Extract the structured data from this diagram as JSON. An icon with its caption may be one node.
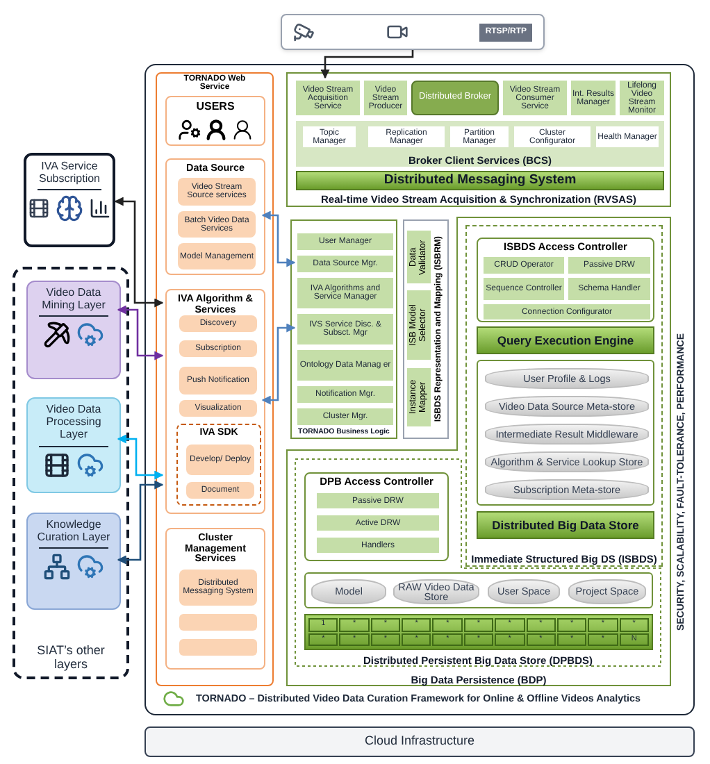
{
  "diagram": {
    "nodes": [
      {
        "text": [
          "RTSP/RTP"
        ]
      },
      {
        "text": [
          "TORNADO – Distributed Video Data Curation Framework for Online & Offline Videos Analytics",
          "SECURITY, SCALABILITY, FAULT-TOLERANCE, PERFORMANCE"
        ]
      },
      {
        "text": [
          "TORNADO Web Service"
        ],
        "in": 1
      },
      {
        "text": [
          "USERS"
        ],
        "in": 2
      },
      {
        "text": [
          "Data Source"
        ],
        "in": 2
      },
      {
        "text": [
          "Video Stream Source services"
        ],
        "in": 4
      },
      {
        "text": [
          "Batch Video Data Services"
        ],
        "in": 4
      },
      {
        "text": [
          "Model Management"
        ],
        "in": 4
      },
      {
        "text": [
          "IVA Algorithm & Services"
        ],
        "in": 2
      },
      {
        "text": [
          "Discovery"
        ],
        "in": 8
      },
      {
        "text": [
          "Subscription"
        ],
        "in": 8
      },
      {
        "text": [
          "Push Notification"
        ],
        "in": 8
      },
      {
        "text": [
          "Visualization"
        ],
        "in": 8
      },
      {
        "text": [
          "IVA SDK"
        ],
        "in": 8
      },
      {
        "text": [
          "Develop/ Deploy"
        ],
        "in": 13
      },
      {
        "text": [
          "Document"
        ],
        "in": 13
      },
      {
        "text": [
          "Cluster Management Services"
        ],
        "in": 2
      },
      {
        "text": [
          "Distributed Messaging System"
        ],
        "in": 16
      },
      {
        "text": [],
        "shape": "box",
        "in": 16
      },
      {
        "text": [],
        "shape": "box",
        "in": 16
      },
      {
        "text": [
          "Real-time Video Stream Acquisition & Synchronization (RVSAS)"
        ],
        "in": 1
      },
      {
        "text": [
          "Video Stream Acquisition Service"
        ],
        "in": 20
      },
      {
        "text": [
          "Video Stream Producer"
        ],
        "in": 20
      },
      {
        "text": [
          "Distributed Broker"
        ],
        "in": 20
      },
      {
        "text": [
          "Video Stream Consumer Service"
        ],
        "in": 20
      },
      {
        "text": [
          "Int. Results Manager"
        ],
        "in": 20
      },
      {
        "text": [
          "Lifelong Video Stream Monitor"
        ],
        "in": 20
      },
      {
        "text": [
          "Broker Client Services (BCS)"
        ],
        "in": 20
      },
      {
        "text": [
          "Topic Manager"
        ],
        "in": 27
      },
      {
        "text": [
          "Replication Manager"
        ],
        "in": 27
      },
      {
        "text": [
          "Partition Manager"
        ],
        "in": 27
      },
      {
        "text": [
          "Cluster Configurator"
        ],
        "in": 27
      },
      {
        "text": [
          "Health Manager"
        ],
        "in": 27
      },
      {
        "text": [
          "Distributed Messaging System"
        ],
        "in": 20
      },
      {
        "text": [
          "TORNADO Business Logic"
        ],
        "in": 1
      },
      {
        "text": [
          "User Manager"
        ],
        "in": 34
      },
      {
        "text": [
          "Data Source Mgr."
        ],
        "in": 34
      },
      {
        "text": [
          "IVA Algorithms and Service Manager"
        ],
        "in": 34
      },
      {
        "text": [
          "IVS Service Disc. & Subsct. Mgr"
        ],
        "in": 34
      },
      {
        "text": [
          "Ontology Data Manag er"
        ],
        "in": 34
      },
      {
        "text": [
          "Notification Mgr."
        ],
        "in": 34
      },
      {
        "text": [
          "Cluster Mgr."
        ],
        "in": 34
      },
      {
        "text": [
          "ISBDS Representation and Mapping (ISBRM)"
        ],
        "in": 1
      },
      {
        "text": [
          "Data Validator"
        ],
        "in": 42
      },
      {
        "text": [
          "ISB Model Selector"
        ],
        "in": 42
      },
      {
        "text": [
          "Instance Mapper"
        ],
        "in": 42
      },
      {
        "text": [
          "Big Data Persistence (BDP)"
        ],
        "in": 1
      },
      {
        "text": [
          "Immediate Structured Big DS (ISBDS)"
        ],
        "in": 46
      },
      {
        "text": [
          "ISBDS Access Controller"
        ],
        "in": 47
      },
      {
        "text": [
          "CRUD Operator"
        ],
        "in": 48
      },
      {
        "text": [
          "Passive DRW"
        ],
        "in": 48
      },
      {
        "text": [
          "Sequence Controller"
        ],
        "in": 48
      },
      {
        "text": [
          "Schema Handler"
        ],
        "in": 48
      },
      {
        "text": [
          "Connection Configurator"
        ],
        "in": 48
      },
      {
        "text": [
          "Query Execution Engine"
        ],
        "in": 47
      },
      {
        "text": [],
        "shape": "box",
        "in": 47
      },
      {
        "text": [
          "User Profile & Logs"
        ],
        "in": 55
      },
      {
        "text": [
          "Video Data Source Meta-store"
        ],
        "in": 55
      },
      {
        "text": [
          "Intermediate Result Middleware"
        ],
        "in": 55
      },
      {
        "text": [
          "Algorithm & Service Lookup Store"
        ],
        "in": 55
      },
      {
        "text": [
          "Subscription Meta-store"
        ],
        "in": 55
      },
      {
        "text": [
          "Distributed Big Data Store"
        ],
        "in": 47
      },
      {
        "text": [
          "Distributed Persistent Big Data Store (DPBDS)"
        ],
        "in": 46
      },
      {
        "text": [
          "DPB Access Controller"
        ],
        "in": 62
      },
      {
        "text": [
          "Passive DRW"
        ],
        "in": 63
      },
      {
        "text": [
          "Active DRW"
        ],
        "in": 63
      },
      {
        "text": [
          "Handlers"
        ],
        "in": 63
      },
      {
        "text": [],
        "shape": "box",
        "in": 62
      },
      {
        "text": [
          "Model"
        ],
        "in": 67
      },
      {
        "text": [
          "RAW Video Data Store"
        ],
        "in": 67
      },
      {
        "text": [
          "User Space"
        ],
        "in": 67
      },
      {
        "text": [
          "Project Space"
        ],
        "in": 67
      },
      {
        "text": [],
        "shape": "bar",
        "in": 62
      },
      {
        "text": [
          "IVA Service Subscription"
        ]
      },
      {
        "text": [
          "SIAT’s other layers"
        ]
      },
      {
        "text": [
          "Video Data Mining Layer"
        ],
        "in": 74
      },
      {
        "text": [
          "Video Data Processing Layer"
        ],
        "in": 74
      },
      {
        "text": [
          "Knowledge Curation Layer"
        ],
        "in": 74
      },
      {
        "text": [
          "Cloud Infrastructure"
        ]
      }
    ],
    "edges": [
      {
        "from": 0,
        "to": 21,
        "arrow": "to"
      },
      {
        "from": 73,
        "to": 8,
        "arrow": "both"
      },
      {
        "from": 75,
        "to": 8,
        "arrow": "both",
        "color": "#7030a0"
      },
      {
        "from": 76,
        "to": 8,
        "arrow": "both",
        "color": "#00b0f0"
      },
      {
        "from": 77,
        "to": 8,
        "arrow": "both",
        "color": "#1f4e79"
      },
      {
        "from": 4,
        "to": 36,
        "arrow": "both",
        "color": "#4f81bd"
      },
      {
        "from": 8,
        "to": 38,
        "arrow": "both",
        "color": "#4f81bd"
      }
    ],
    "labels": [
      "1",
      "*",
      "*",
      "*",
      "*",
      "*",
      "*",
      "*",
      "*",
      "*",
      "*",
      "*",
      "*",
      "*",
      "*",
      "*",
      "*",
      "*",
      "*",
      "*",
      "*",
      "N"
    ]
  }
}
